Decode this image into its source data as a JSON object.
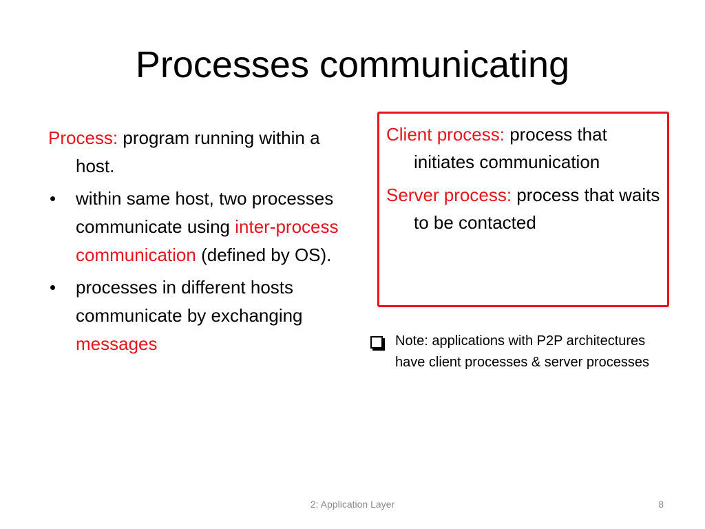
{
  "title": "Processes communicating",
  "left": {
    "intro_label": "Process:",
    "intro_text": " program running within a host.",
    "bullet_symbol": "•",
    "bullet1_a": "within same host, two processes communicate using  ",
    "bullet1_red": "inter-process communication",
    "bullet1_b": " (defined by OS).",
    "bullet2_a": "processes in different hosts communicate by exchanging ",
    "bullet2_red": "messages"
  },
  "box": {
    "client_label": "Client process:",
    "client_text": " process that initiates communication",
    "server_label": "Server process:",
    "server_text": " process that waits to be contacted"
  },
  "note": {
    "text": "Note: applications with P2P architectures have client processes & server processes"
  },
  "footer": {
    "center": "2: Application Layer",
    "page": "8"
  },
  "colors": {
    "accent": "#e8141c",
    "footer_text": "#8a8a8a"
  }
}
